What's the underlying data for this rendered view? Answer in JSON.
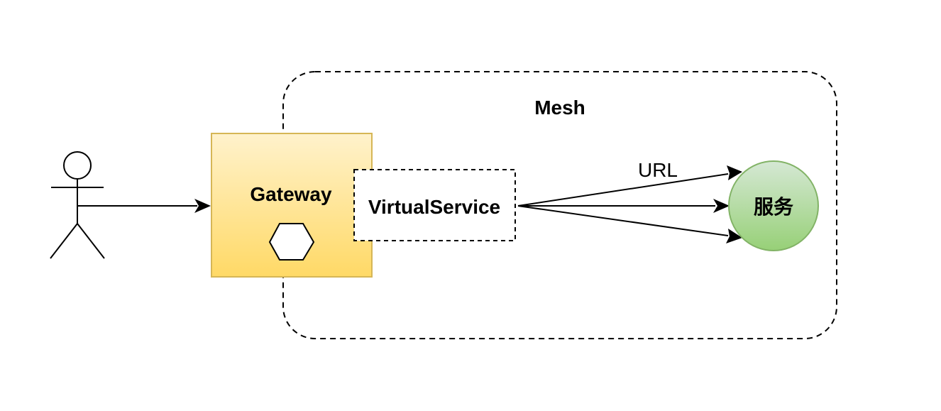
{
  "diagram": {
    "mesh_label": "Mesh",
    "gateway_label": "Gateway",
    "virtual_service_label": "VirtualService",
    "edge_label": "URL",
    "service_label": "服务"
  },
  "colors": {
    "gateway_fill_top": "#fff2cc",
    "gateway_fill_bottom": "#ffd966",
    "gateway_stroke": "#d6b656",
    "service_fill_top": "#d5e8d4",
    "service_fill_bottom": "#97d077",
    "service_stroke": "#82b366"
  }
}
